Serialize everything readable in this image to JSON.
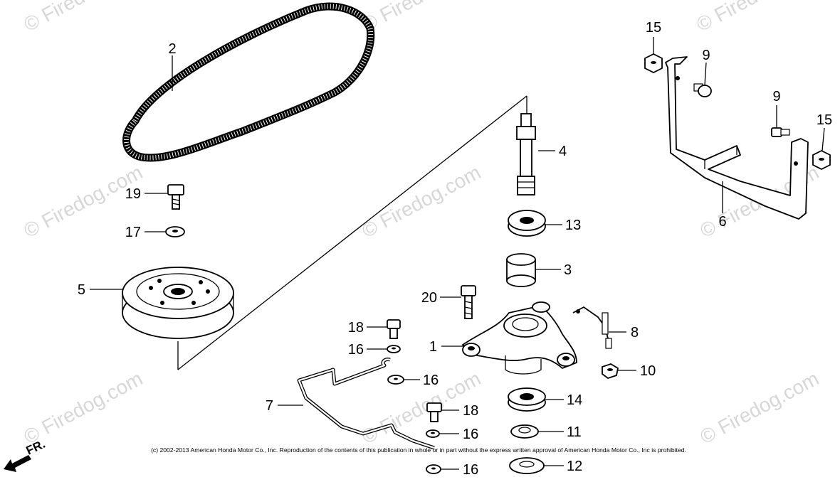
{
  "watermark": "© Firedog.com",
  "copyright": "(c) 2002-2013 American Honda Motor Co., Inc. Reproduction of the contents of this publication in whole or in part without the express written approval of American Honda Motor Co., Inc is prohibited.",
  "direction_label": "FR.",
  "callouts": {
    "c1": "1",
    "c2": "2",
    "c3": "3",
    "c4": "4",
    "c5": "5",
    "c6": "6",
    "c7": "7",
    "c8": "8",
    "c9a": "9",
    "c9b": "9",
    "c10": "10",
    "c11": "11",
    "c12": "12",
    "c13": "13",
    "c14": "14",
    "c15a": "15",
    "c15b": "15",
    "c16a": "16",
    "c16b": "16",
    "c16c": "16",
    "c16d": "16",
    "c17": "17",
    "c18a": "18",
    "c18b": "18",
    "c19": "19",
    "c20": "20"
  }
}
